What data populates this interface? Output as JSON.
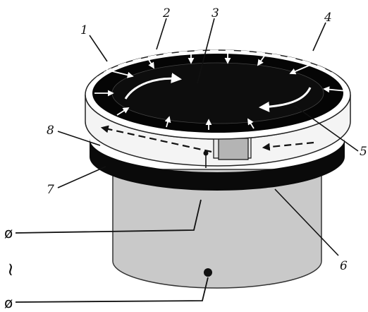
{
  "diagram": {
    "callouts": [
      "1",
      "2",
      "3",
      "4",
      "5",
      "6",
      "7",
      "8"
    ],
    "terminal_symbol": "ø",
    "ac_symbol": "~"
  }
}
